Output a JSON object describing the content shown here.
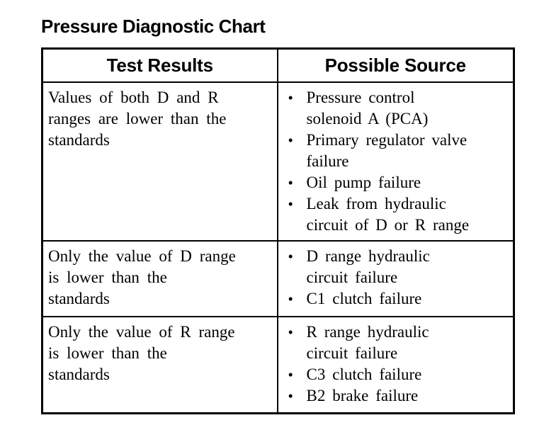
{
  "title": "Pressure Diagnostic Chart",
  "bullet_glyph": "•",
  "table": {
    "headers": [
      "Test Results",
      "Possible Source"
    ],
    "rows": [
      {
        "test_result": "Values of both D and R\nranges are lower than the\nstandards",
        "possible_sources": [
          "Pressure control\nsolenoid A (PCA)",
          "Primary regulator valve\nfailure",
          "Oil pump failure",
          "Leak from hydraulic\ncircuit of D or R range"
        ]
      },
      {
        "test_result": "Only the value of D range\nis lower than the\nstandards",
        "possible_sources": [
          "D range hydraulic\ncircuit failure",
          "C1 clutch failure"
        ]
      },
      {
        "test_result": "Only the value of R range\nis lower than the\nstandards",
        "possible_sources": [
          "R range hydraulic\ncircuit failure",
          "C3 clutch failure",
          "B2 brake failure"
        ]
      }
    ]
  }
}
